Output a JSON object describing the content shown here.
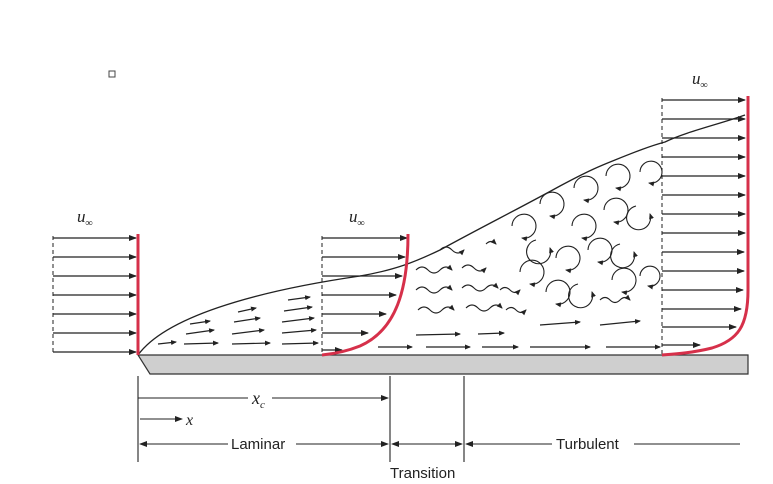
{
  "diagram": {
    "velocity_label_main": "u",
    "velocity_label_sub": "∞",
    "critical_length_main": "x",
    "critical_length_sub": "c",
    "position_label": "x",
    "regions": {
      "laminar": "Laminar",
      "transition": "Transition",
      "turbulent": "Turbulent"
    }
  },
  "colors": {
    "profile": "#d6304a",
    "ink": "#222222",
    "plate": "#cfcfcf"
  }
}
